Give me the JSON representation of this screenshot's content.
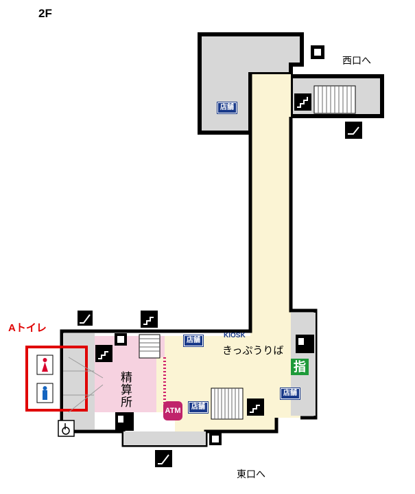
{
  "floor_label": "2F",
  "destinations": {
    "west_exit": "西口へ",
    "east_exit": "東口へ"
  },
  "shops": {
    "label": "店舗"
  },
  "kiosk_label": "KIOSK",
  "ticket_office_label": "きっぷうりば",
  "toilet_label": "Aトイレ",
  "atm_label": "ATM",
  "fare_adjustment_label": "精算所",
  "reserved_seat_label": "指",
  "colors": {
    "concourse": "#fbf4d4",
    "inner_wall_area": "#d7d7d7",
    "outer_wall": "#000000",
    "paid_area": "#f6d2e0",
    "highlight_red": "#e00000",
    "shop_tag_blue": "#1a3a8a",
    "atm_magenta": "#c0246b",
    "green_sign": "#1e9a3a",
    "female_red": "#d8002c",
    "male_blue": "#1565c0"
  },
  "icons": [
    "elevator-icon",
    "stairs-up-icon",
    "escalator-icon",
    "ticket-machine-icon",
    "wheelchair-icon",
    "female-toilet-icon",
    "male-toilet-icon"
  ]
}
